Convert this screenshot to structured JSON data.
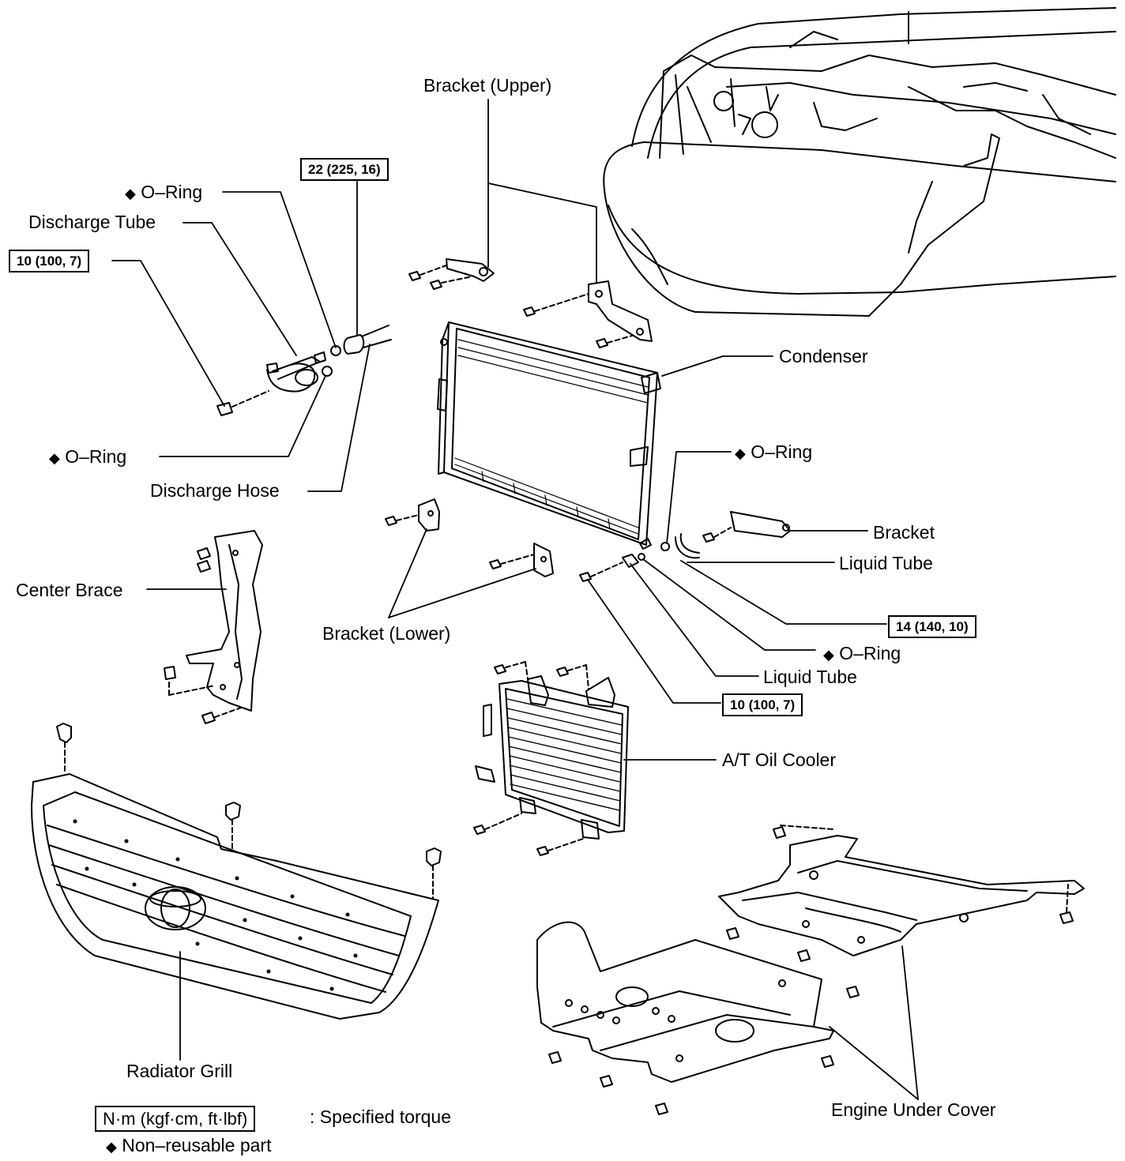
{
  "diagram": {
    "labels": {
      "bracket_upper": "Bracket (Upper)",
      "o_ring_top": "O–Ring",
      "discharge_tube": "Discharge Tube",
      "o_ring_left": "O–Ring",
      "discharge_hose": "Discharge Hose",
      "condenser": "Condenser",
      "o_ring_right": "O–Ring",
      "bracket": "Bracket",
      "liquid_tube_1": "Liquid Tube",
      "center_brace": "Center Brace",
      "bracket_lower": "Bracket (Lower)",
      "o_ring_mid": "O–Ring",
      "liquid_tube_2": "Liquid Tube",
      "at_oil_cooler": "A/T Oil Cooler",
      "radiator_grill": "Radiator Grill",
      "engine_under_cover": "Engine Under Cover"
    },
    "torques": {
      "discharge_hose": "22 (225, 16)",
      "discharge_tube": "10 (100, 7)",
      "liquid_tube_1": "14 (140, 10)",
      "liquid_tube_2": "10 (100, 7)"
    },
    "legend": {
      "box": "N·m (kgf·cm, ft·lbf)",
      "specified_torque": ": Specified torque",
      "non_reusable": "Non–reusable part"
    },
    "symbols": {
      "non_reusable": "◆"
    }
  }
}
